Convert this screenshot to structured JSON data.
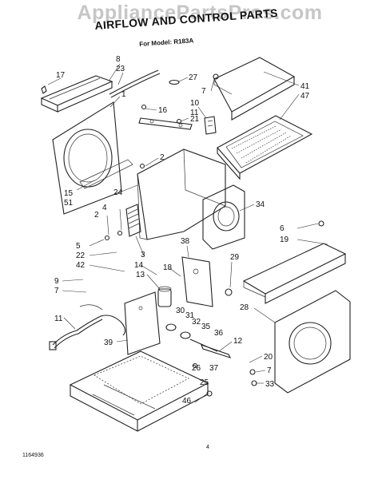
{
  "watermark": "AppliancePartsPros.com",
  "title": "AIRFLOW AND CONTROL PARTS",
  "subtitle": "For Model: R183A",
  "page_number": "4",
  "document_number": "1164936",
  "callouts": [
    {
      "id": "c17",
      "label": "17"
    },
    {
      "id": "c8",
      "label": "8"
    },
    {
      "id": "c23",
      "label": "23"
    },
    {
      "id": "c27",
      "label": "27"
    },
    {
      "id": "c7a",
      "label": "7"
    },
    {
      "id": "c41",
      "label": "41"
    },
    {
      "id": "c47",
      "label": "47"
    },
    {
      "id": "c1",
      "label": "1"
    },
    {
      "id": "c16",
      "label": "16"
    },
    {
      "id": "c10",
      "label": "10"
    },
    {
      "id": "c11a",
      "label": "11"
    },
    {
      "id": "c21",
      "label": "21"
    },
    {
      "id": "c2",
      "label": "2"
    },
    {
      "id": "c15",
      "label": "15"
    },
    {
      "id": "c51",
      "label": "51"
    },
    {
      "id": "c24",
      "label": "24"
    },
    {
      "id": "c34",
      "label": "34"
    },
    {
      "id": "c2b",
      "label": "2"
    },
    {
      "id": "c4",
      "label": "4"
    },
    {
      "id": "c6",
      "label": "6"
    },
    {
      "id": "c19",
      "label": "19"
    },
    {
      "id": "c5",
      "label": "5"
    },
    {
      "id": "c22",
      "label": "22"
    },
    {
      "id": "c3",
      "label": "3"
    },
    {
      "id": "c38",
      "label": "38"
    },
    {
      "id": "c29",
      "label": "29"
    },
    {
      "id": "c42",
      "label": "42"
    },
    {
      "id": "c14",
      "label": "14"
    },
    {
      "id": "c18",
      "label": "18"
    },
    {
      "id": "c13",
      "label": "13"
    },
    {
      "id": "c9",
      "label": "9"
    },
    {
      "id": "c7b",
      "label": "7"
    },
    {
      "id": "c28",
      "label": "28"
    },
    {
      "id": "c30",
      "label": "30"
    },
    {
      "id": "c31",
      "label": "31"
    },
    {
      "id": "c32",
      "label": "32"
    },
    {
      "id": "c11b",
      "label": "11"
    },
    {
      "id": "c35",
      "label": "35"
    },
    {
      "id": "c36",
      "label": "36"
    },
    {
      "id": "c39",
      "label": "39"
    },
    {
      "id": "c12",
      "label": "12"
    },
    {
      "id": "c20",
      "label": "20"
    },
    {
      "id": "c26",
      "label": "26"
    },
    {
      "id": "c37",
      "label": "37"
    },
    {
      "id": "c7c",
      "label": "7"
    },
    {
      "id": "c33",
      "label": "33"
    },
    {
      "id": "c46",
      "label": "46"
    },
    {
      "id": "c25",
      "label": "25"
    }
  ]
}
